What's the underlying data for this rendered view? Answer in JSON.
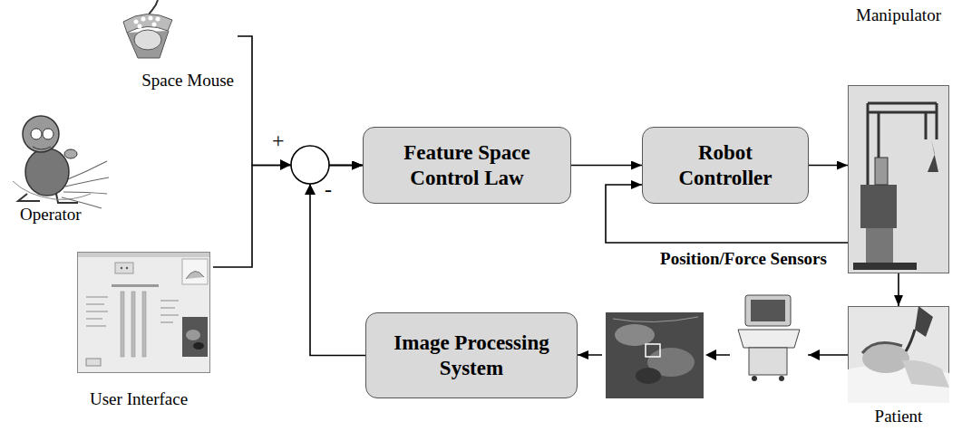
{
  "diagram": {
    "nodes": [
      {
        "text": [
          "Space Mouse"
        ]
      },
      {
        "text": [
          "User Interface"
        ]
      },
      {
        "text": [
          "Feature Space Control Law"
        ]
      },
      {
        "text": [
          "Robot Controller"
        ]
      },
      {
        "text": [
          "Manipulator"
        ]
      },
      {
        "text": [
          "Patient"
        ]
      },
      {
        "text": [
          "Image Processing System"
        ]
      }
    ],
    "edges": [
      {
        "from": 0,
        "to": 2,
        "arrow": "to"
      },
      {
        "from": 1,
        "to": 2,
        "arrow": "to"
      },
      {
        "from": 6,
        "to": 2,
        "arrow": "to"
      },
      {
        "from": 2,
        "to": 3,
        "arrow": "to"
      },
      {
        "from": 3,
        "to": 4,
        "arrow": "to"
      },
      {
        "from": 4,
        "to": 3,
        "label": "Position/Force Sensors",
        "arrow": "to"
      },
      {
        "from": 4,
        "to": 5,
        "arrow": "to"
      },
      {
        "from": 5,
        "to": 6,
        "arrow": "to"
      }
    ],
    "labels": [
      "+",
      "-",
      "Operator"
    ]
  }
}
